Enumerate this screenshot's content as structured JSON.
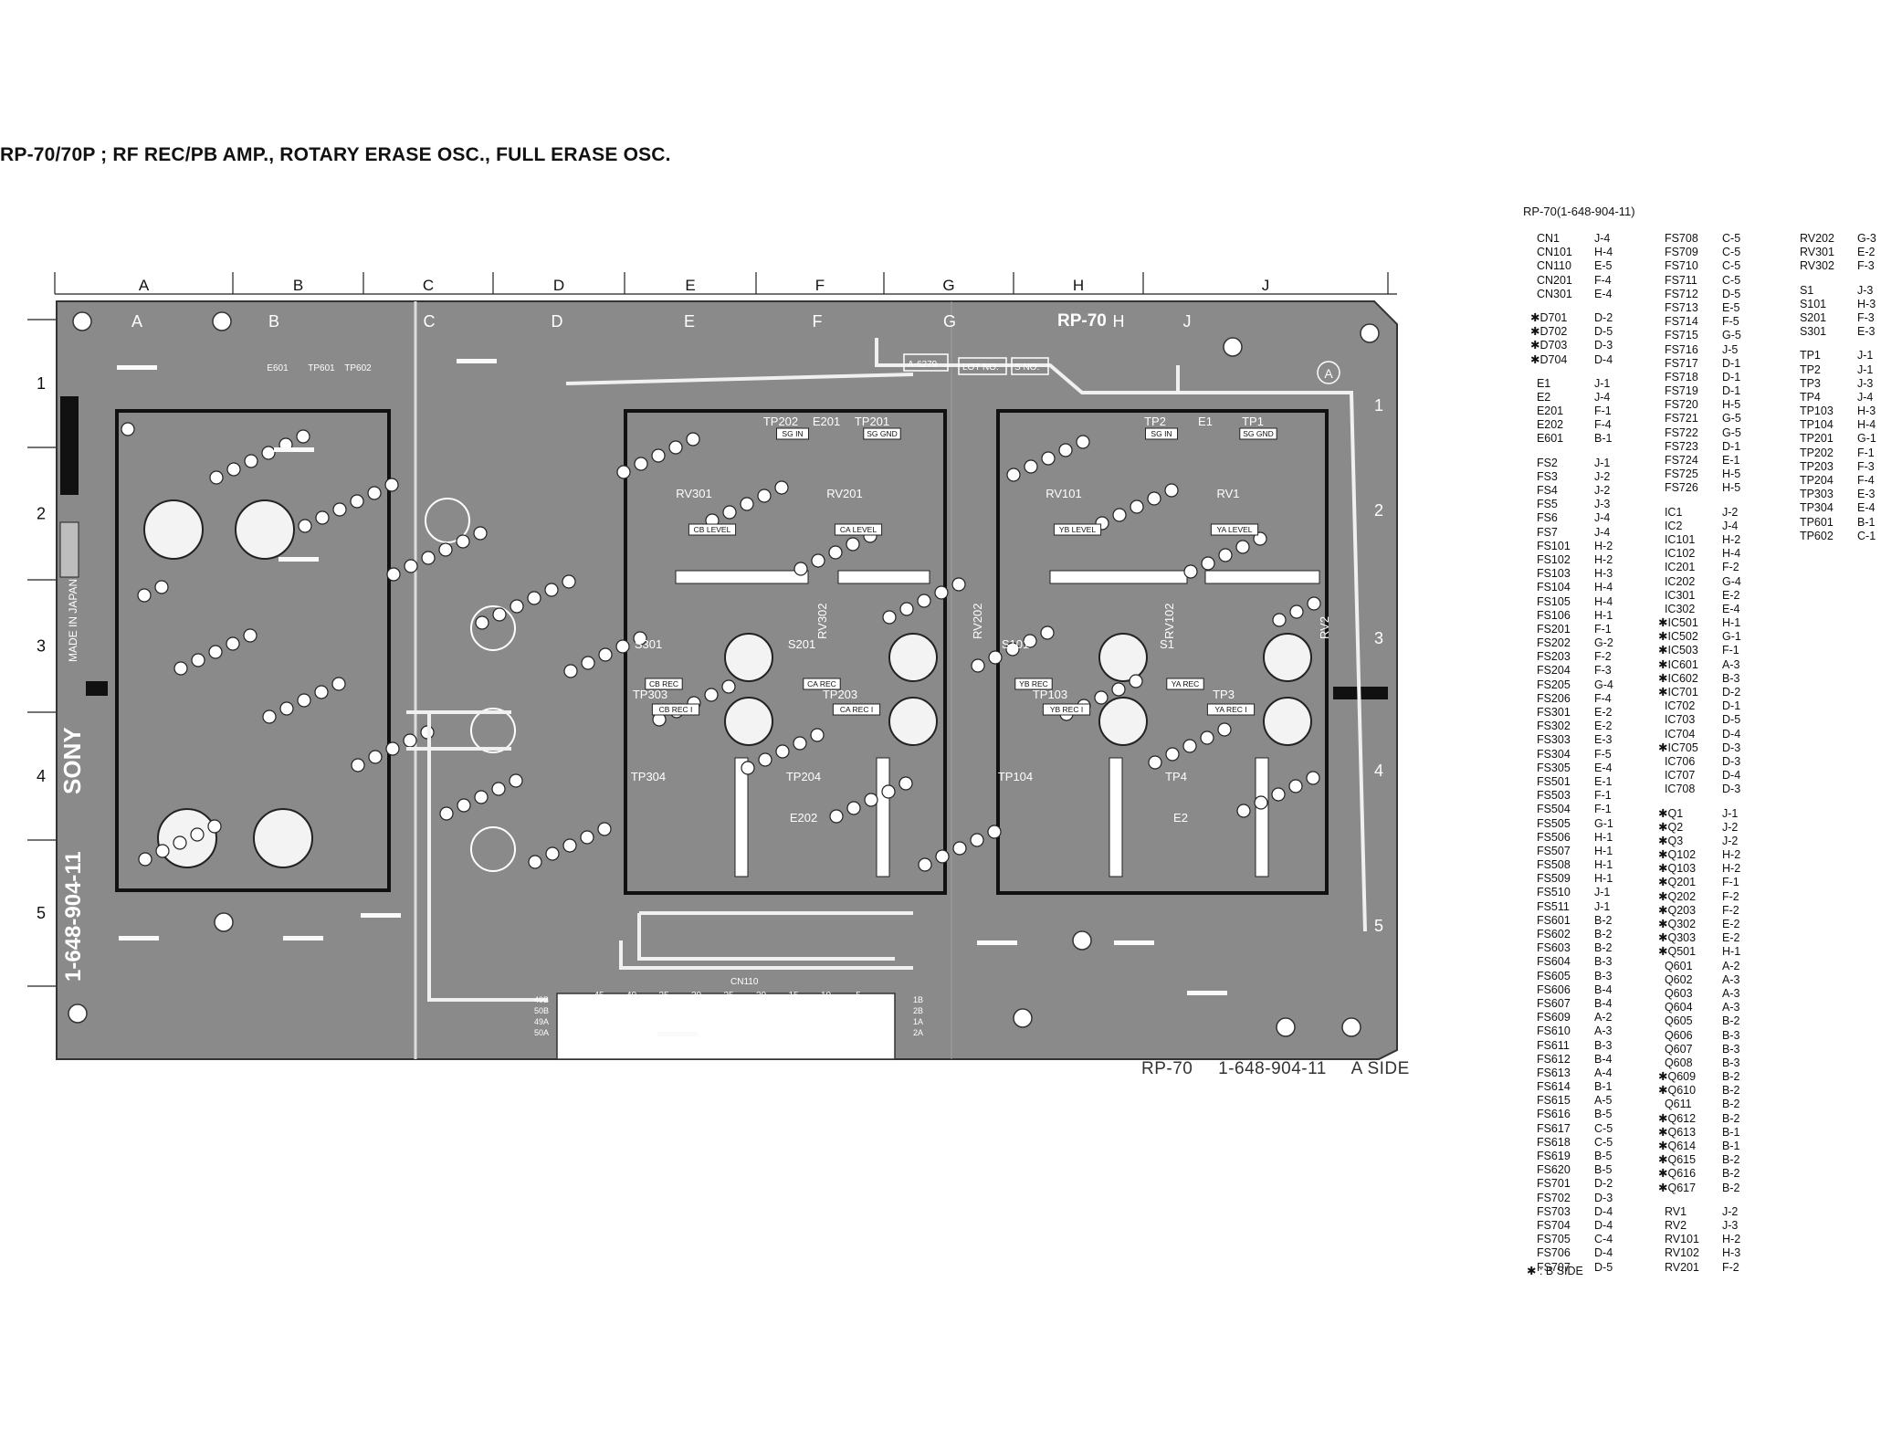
{
  "title": "RP-70/70P ; RF REC/PB AMP., ROTARY ERASE OSC., FULL ERASE OSC.",
  "board": {
    "grid_columns": [
      "A",
      "B",
      "C",
      "D",
      "E",
      "F",
      "G",
      "H",
      "J"
    ],
    "grid_rows": [
      "1",
      "2",
      "3",
      "4",
      "5"
    ],
    "silkscreen_model": "RP-70",
    "vertical_marking": "1-648-904-11",
    "brand": "SONY",
    "made_in": "MADE IN JAPAN",
    "boxes": [
      "A-6279",
      "LOT NO.",
      "S NO."
    ],
    "connector": "CN110",
    "connector_pins": [
      "45",
      "40",
      "35",
      "30",
      "25",
      "20",
      "15",
      "10",
      "5"
    ],
    "connector_side_pins": [
      "1B",
      "2B",
      "1A",
      "2A"
    ],
    "connector_left_pins": [
      "49B",
      "50B",
      "49A",
      "50A"
    ],
    "corner_mark": "A",
    "section_labels": [
      {
        "id": "rv301",
        "text": "RV301"
      },
      {
        "id": "rv201",
        "text": "RV201"
      },
      {
        "id": "rv101",
        "text": "RV101"
      },
      {
        "id": "rv1",
        "text": "RV1"
      },
      {
        "id": "tp202",
        "text": "TP202"
      },
      {
        "id": "e201",
        "text": "E201"
      },
      {
        "id": "tp201",
        "text": "TP201"
      },
      {
        "id": "tp2",
        "text": "TP2"
      },
      {
        "id": "e1",
        "text": "E1"
      },
      {
        "id": "tp1",
        "text": "TP1"
      },
      {
        "id": "s301",
        "text": "S301"
      },
      {
        "id": "s201",
        "text": "S201"
      },
      {
        "id": "s101",
        "text": "S101"
      },
      {
        "id": "s1",
        "text": "S1"
      },
      {
        "id": "tp303",
        "text": "TP303"
      },
      {
        "id": "tp203",
        "text": "TP203"
      },
      {
        "id": "tp103",
        "text": "TP103"
      },
      {
        "id": "tp3",
        "text": "TP3"
      },
      {
        "id": "tp304",
        "text": "TP304"
      },
      {
        "id": "tp204",
        "text": "TP204"
      },
      {
        "id": "tp104",
        "text": "TP104"
      },
      {
        "id": "tp4",
        "text": "TP4"
      },
      {
        "id": "e202",
        "text": "E202"
      },
      {
        "id": "e2",
        "text": "E2"
      },
      {
        "id": "rv302",
        "text": "RV302"
      },
      {
        "id": "rv202",
        "text": "RV202"
      },
      {
        "id": "rv102",
        "text": "RV102"
      },
      {
        "id": "rv2",
        "text": "RV2"
      },
      {
        "id": "e601",
        "text": "E601"
      },
      {
        "id": "tp601",
        "text": "TP601"
      },
      {
        "id": "tp602",
        "text": "TP602"
      }
    ],
    "small_labels": [
      {
        "id": "cb-level",
        "text": "CB LEVEL"
      },
      {
        "id": "ca-level",
        "text": "CA LEVEL"
      },
      {
        "id": "yb-level",
        "text": "YB LEVEL"
      },
      {
        "id": "ya-level",
        "text": "YA LEVEL"
      },
      {
        "id": "cb-rec",
        "text": "CB REC"
      },
      {
        "id": "ca-rec",
        "text": "CA REC"
      },
      {
        "id": "yb-rec",
        "text": "YB REC"
      },
      {
        "id": "ya-rec",
        "text": "YA REC"
      },
      {
        "id": "cb-rec-i-a",
        "text": "CB REC I"
      },
      {
        "id": "ca-rec-i-a",
        "text": "CA REC I"
      },
      {
        "id": "yb-rec-i-a",
        "text": "YB REC I"
      },
      {
        "id": "ya-rec-i-a",
        "text": "YA REC I"
      },
      {
        "id": "sg-in-1",
        "text": "SG IN"
      },
      {
        "id": "sg-gnd-1",
        "text": "SG GND"
      },
      {
        "id": "sg-in-2",
        "text": "SG IN"
      },
      {
        "id": "sg-gnd-2",
        "text": "SG GND"
      }
    ]
  },
  "caption": {
    "model": "RP-70",
    "part_no": "1-648-904-11",
    "side": "A SIDE"
  },
  "legend": {
    "title": "RP-70(1-648-904-11)",
    "note": "✱ : B SIDE",
    "columns": [
      [
        [
          "",
          "CN1",
          "J-4"
        ],
        [
          "",
          "CN101",
          "H-4"
        ],
        [
          "",
          "CN110",
          "E-5"
        ],
        [
          "",
          "CN201",
          "F-4"
        ],
        [
          "",
          "CN301",
          "E-4"
        ],
        [
          "gap"
        ],
        [
          "✱",
          "D701",
          "D-2"
        ],
        [
          "✱",
          "D702",
          "D-5"
        ],
        [
          "✱",
          "D703",
          "D-3"
        ],
        [
          "✱",
          "D704",
          "D-4"
        ],
        [
          "gap"
        ],
        [
          "",
          "E1",
          "J-1"
        ],
        [
          "",
          "E2",
          "J-4"
        ],
        [
          "",
          "E201",
          "F-1"
        ],
        [
          "",
          "E202",
          "F-4"
        ],
        [
          "",
          "E601",
          "B-1"
        ],
        [
          "gap"
        ],
        [
          "",
          "FS2",
          "J-1"
        ],
        [
          "",
          "FS3",
          "J-2"
        ],
        [
          "",
          "FS4",
          "J-2"
        ],
        [
          "",
          "FS5",
          "J-3"
        ],
        [
          "",
          "FS6",
          "J-4"
        ],
        [
          "",
          "FS7",
          "J-4"
        ],
        [
          "",
          "FS101",
          "H-2"
        ],
        [
          "",
          "FS102",
          "H-2"
        ],
        [
          "",
          "FS103",
          "H-3"
        ],
        [
          "",
          "FS104",
          "H-4"
        ],
        [
          "",
          "FS105",
          "H-4"
        ],
        [
          "",
          "FS106",
          "H-1"
        ],
        [
          "",
          "FS201",
          "F-1"
        ],
        [
          "",
          "FS202",
          "G-2"
        ],
        [
          "",
          "FS203",
          "F-2"
        ],
        [
          "",
          "FS204",
          "F-3"
        ],
        [
          "",
          "FS205",
          "G-4"
        ],
        [
          "",
          "FS206",
          "F-4"
        ],
        [
          "",
          "FS301",
          "E-2"
        ],
        [
          "",
          "FS302",
          "E-2"
        ],
        [
          "",
          "FS303",
          "E-3"
        ],
        [
          "",
          "FS304",
          "F-5"
        ],
        [
          "",
          "FS305",
          "E-4"
        ],
        [
          "",
          "FS501",
          "E-1"
        ],
        [
          "",
          "FS503",
          "F-1"
        ],
        [
          "",
          "FS504",
          "F-1"
        ],
        [
          "",
          "FS505",
          "G-1"
        ],
        [
          "",
          "FS506",
          "H-1"
        ],
        [
          "",
          "FS507",
          "H-1"
        ],
        [
          "",
          "FS508",
          "H-1"
        ],
        [
          "",
          "FS509",
          "H-1"
        ],
        [
          "",
          "FS510",
          "J-1"
        ],
        [
          "",
          "FS511",
          "J-1"
        ],
        [
          "",
          "FS601",
          "B-2"
        ],
        [
          "",
          "FS602",
          "B-2"
        ],
        [
          "",
          "FS603",
          "B-2"
        ],
        [
          "",
          "FS604",
          "B-3"
        ],
        [
          "",
          "FS605",
          "B-3"
        ],
        [
          "",
          "FS606",
          "B-4"
        ],
        [
          "",
          "FS607",
          "B-4"
        ],
        [
          "",
          "FS609",
          "A-2"
        ],
        [
          "",
          "FS610",
          "A-3"
        ],
        [
          "",
          "FS611",
          "B-3"
        ],
        [
          "",
          "FS612",
          "B-4"
        ],
        [
          "",
          "FS613",
          "A-4"
        ],
        [
          "",
          "FS614",
          "B-1"
        ],
        [
          "",
          "FS615",
          "A-5"
        ],
        [
          "",
          "FS616",
          "B-5"
        ],
        [
          "",
          "FS617",
          "C-5"
        ],
        [
          "",
          "FS618",
          "C-5"
        ],
        [
          "",
          "FS619",
          "B-5"
        ],
        [
          "",
          "FS620",
          "B-5"
        ],
        [
          "",
          "FS701",
          "D-2"
        ],
        [
          "",
          "FS702",
          "D-3"
        ],
        [
          "",
          "FS703",
          "D-4"
        ],
        [
          "",
          "FS704",
          "D-4"
        ],
        [
          "",
          "FS705",
          "C-4"
        ],
        [
          "",
          "FS706",
          "D-4"
        ],
        [
          "",
          "FS707",
          "D-5"
        ]
      ],
      [
        [
          "",
          "FS708",
          "C-5"
        ],
        [
          "",
          "FS709",
          "C-5"
        ],
        [
          "",
          "FS710",
          "C-5"
        ],
        [
          "",
          "FS711",
          "C-5"
        ],
        [
          "",
          "FS712",
          "D-5"
        ],
        [
          "",
          "FS713",
          "E-5"
        ],
        [
          "",
          "FS714",
          "F-5"
        ],
        [
          "",
          "FS715",
          "G-5"
        ],
        [
          "",
          "FS716",
          "J-5"
        ],
        [
          "",
          "FS717",
          "D-1"
        ],
        [
          "",
          "FS718",
          "D-1"
        ],
        [
          "",
          "FS719",
          "D-1"
        ],
        [
          "",
          "FS720",
          "H-5"
        ],
        [
          "",
          "FS721",
          "G-5"
        ],
        [
          "",
          "FS722",
          "G-5"
        ],
        [
          "",
          "FS723",
          "D-1"
        ],
        [
          "",
          "FS724",
          "E-1"
        ],
        [
          "",
          "FS725",
          "H-5"
        ],
        [
          "",
          "FS726",
          "H-5"
        ],
        [
          "gap"
        ],
        [
          "",
          "IC1",
          "J-2"
        ],
        [
          "",
          "IC2",
          "J-4"
        ],
        [
          "",
          "IC101",
          "H-2"
        ],
        [
          "",
          "IC102",
          "H-4"
        ],
        [
          "",
          "IC201",
          "F-2"
        ],
        [
          "",
          "IC202",
          "G-4"
        ],
        [
          "",
          "IC301",
          "E-2"
        ],
        [
          "",
          "IC302",
          "E-4"
        ],
        [
          "✱",
          "IC501",
          "H-1"
        ],
        [
          "✱",
          "IC502",
          "G-1"
        ],
        [
          "✱",
          "IC503",
          "F-1"
        ],
        [
          "✱",
          "IC601",
          "A-3"
        ],
        [
          "✱",
          "IC602",
          "B-3"
        ],
        [
          "✱",
          "IC701",
          "D-2"
        ],
        [
          "",
          "IC702",
          "D-1"
        ],
        [
          "",
          "IC703",
          "D-5"
        ],
        [
          "",
          "IC704",
          "D-4"
        ],
        [
          "✱",
          "IC705",
          "D-3"
        ],
        [
          "",
          "IC706",
          "D-3"
        ],
        [
          "",
          "IC707",
          "D-4"
        ],
        [
          "",
          "IC708",
          "D-3"
        ],
        [
          "gap"
        ],
        [
          "✱",
          "Q1",
          "J-1"
        ],
        [
          "✱",
          "Q2",
          "J-2"
        ],
        [
          "✱",
          "Q3",
          "J-2"
        ],
        [
          "✱",
          "Q102",
          "H-2"
        ],
        [
          "✱",
          "Q103",
          "H-2"
        ],
        [
          "✱",
          "Q201",
          "F-1"
        ],
        [
          "✱",
          "Q202",
          "F-2"
        ],
        [
          "✱",
          "Q203",
          "F-2"
        ],
        [
          "✱",
          "Q302",
          "E-2"
        ],
        [
          "✱",
          "Q303",
          "E-2"
        ],
        [
          "✱",
          "Q501",
          "H-1"
        ],
        [
          "",
          "Q601",
          "A-2"
        ],
        [
          "",
          "Q602",
          "A-3"
        ],
        [
          "",
          "Q603",
          "A-3"
        ],
        [
          "",
          "Q604",
          "A-3"
        ],
        [
          "",
          "Q605",
          "B-2"
        ],
        [
          "",
          "Q606",
          "B-3"
        ],
        [
          "",
          "Q607",
          "B-3"
        ],
        [
          "",
          "Q608",
          "B-3"
        ],
        [
          "✱",
          "Q609",
          "B-2"
        ],
        [
          "✱",
          "Q610",
          "B-2"
        ],
        [
          "",
          "Q611",
          "B-2"
        ],
        [
          "✱",
          "Q612",
          "B-2"
        ],
        [
          "✱",
          "Q613",
          "B-1"
        ],
        [
          "✱",
          "Q614",
          "B-1"
        ],
        [
          "✱",
          "Q615",
          "B-2"
        ],
        [
          "✱",
          "Q616",
          "B-2"
        ],
        [
          "✱",
          "Q617",
          "B-2"
        ],
        [
          "gap"
        ],
        [
          "",
          "RV1",
          "J-2"
        ],
        [
          "",
          "RV2",
          "J-3"
        ],
        [
          "",
          "RV101",
          "H-2"
        ],
        [
          "",
          "RV102",
          "H-3"
        ],
        [
          "",
          "RV201",
          "F-2"
        ]
      ],
      [
        [
          "",
          "RV202",
          "G-3"
        ],
        [
          "",
          "RV301",
          "E-2"
        ],
        [
          "",
          "RV302",
          "F-3"
        ],
        [
          "gap"
        ],
        [
          "",
          "S1",
          "J-3"
        ],
        [
          "",
          "S101",
          "H-3"
        ],
        [
          "",
          "S201",
          "F-3"
        ],
        [
          "",
          "S301",
          "E-3"
        ],
        [
          "gap"
        ],
        [
          "",
          "TP1",
          "J-1"
        ],
        [
          "",
          "TP2",
          "J-1"
        ],
        [
          "",
          "TP3",
          "J-3"
        ],
        [
          "",
          "TP4",
          "J-4"
        ],
        [
          "",
          "TP103",
          "H-3"
        ],
        [
          "",
          "TP104",
          "H-4"
        ],
        [
          "",
          "TP201",
          "G-1"
        ],
        [
          "",
          "TP202",
          "F-1"
        ],
        [
          "",
          "TP203",
          "F-3"
        ],
        [
          "",
          "TP204",
          "F-4"
        ],
        [
          "",
          "TP303",
          "E-3"
        ],
        [
          "",
          "TP304",
          "E-4"
        ],
        [
          "",
          "TP601",
          "B-1"
        ],
        [
          "",
          "TP602",
          "C-1"
        ]
      ]
    ]
  }
}
